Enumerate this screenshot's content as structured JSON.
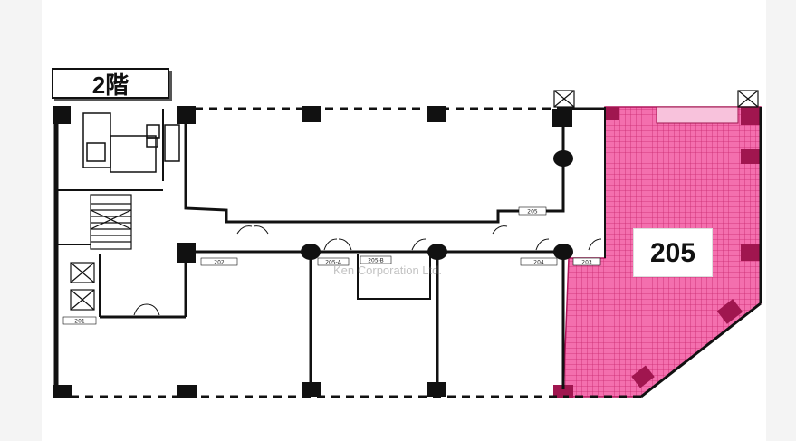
{
  "floor": {
    "label": "2階"
  },
  "unit": {
    "number": "205",
    "highlight_color": "#f25aa0",
    "grid_color": "#c8286e",
    "block_color": "#a0164f"
  },
  "watermark": {
    "text": "Ken Corporation Ltd."
  },
  "room_tags": [
    "205",
    "205-A",
    "205-B",
    "204",
    "203",
    "202",
    "201"
  ],
  "colors": {
    "wall": "#111111",
    "background": "#ffffff"
  }
}
